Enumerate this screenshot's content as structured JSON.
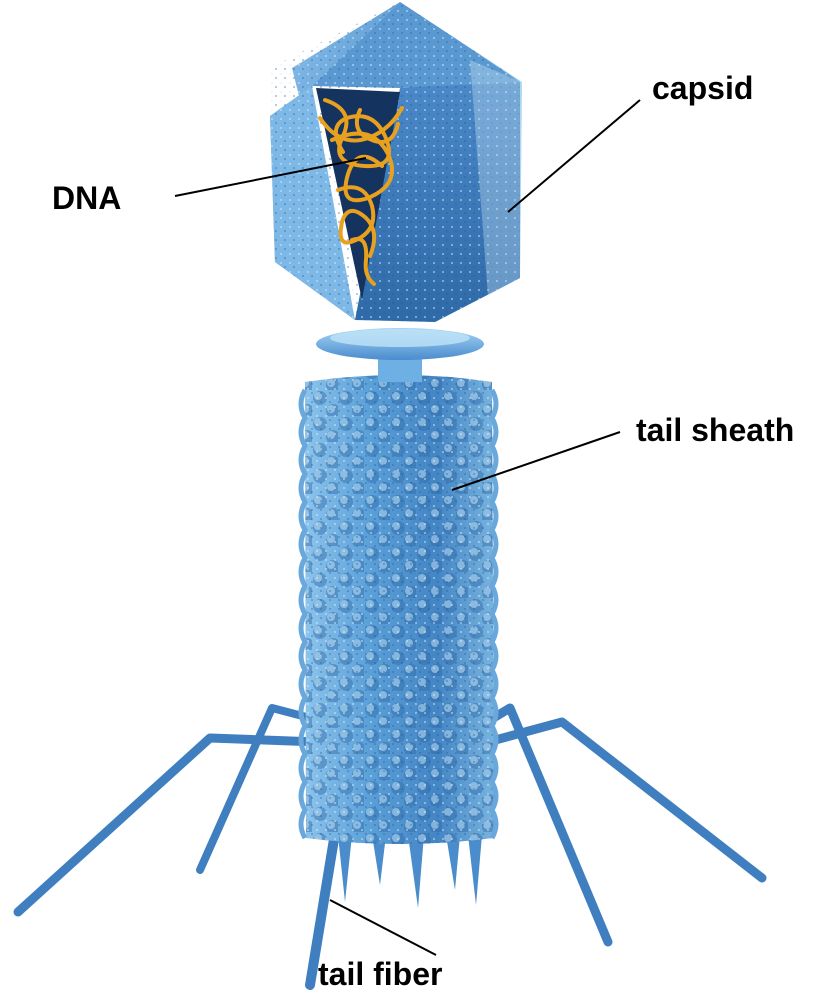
{
  "labels": {
    "dna": "DNA",
    "capsid": "capsid",
    "tail_sheath": "tail sheath",
    "tail_fiber": "tail fiber"
  },
  "colors": {
    "background": "#ffffff",
    "capsid_blue": "#4f93cf",
    "capsid_dark": "#1e4f8f",
    "dna_orange": "#e8a11e",
    "sheath_blue": "#5a9fd8",
    "leader_line": "#000000"
  }
}
